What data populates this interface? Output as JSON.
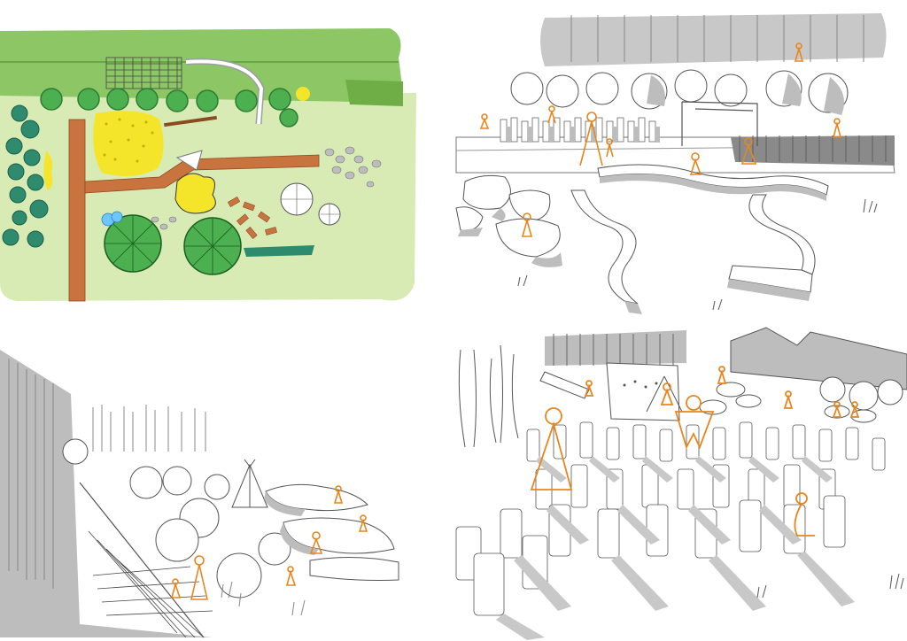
{
  "sheet": {
    "background": "#ffffff",
    "panels": [
      "site-plan",
      "perspective-log-garden",
      "perspective-woodland-path",
      "perspective-log-field"
    ]
  },
  "palette": {
    "lawn": "#d8ebb5",
    "hedge": "#8cc665",
    "hedge_dark": "#5f9e3c",
    "tree": "#4caf50",
    "tree_dark": "#2e7d32",
    "teal_tree": "#2e8b6e",
    "boardwalk": "#c9743f",
    "sand": "#f5e52a",
    "sand_dots": "#c9a800",
    "water": "#6ec6ff",
    "stone": "#b0b0b0",
    "sketch_line": "#555555",
    "shadow": "#bdbdbd",
    "people": "#e8861e"
  },
  "people_counts": {
    "plan": 0,
    "view1": 9,
    "view2": 6,
    "view3": 9
  }
}
